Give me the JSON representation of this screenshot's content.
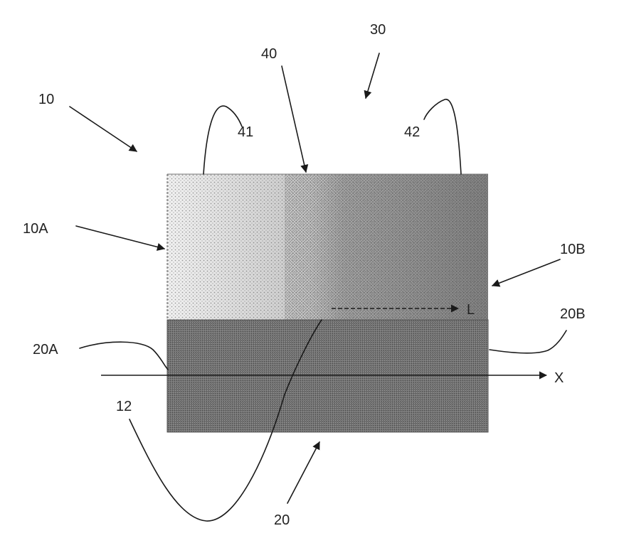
{
  "labels": {
    "ref_10": "10",
    "ref_10A": "10A",
    "ref_10B": "10B",
    "ref_12": "12",
    "ref_20": "20",
    "ref_20A": "20A",
    "ref_20B": "20B",
    "ref_30": "30",
    "ref_40": "40",
    "ref_41": "41",
    "ref_42": "42",
    "axis_x": "X",
    "axis_l": "L"
  },
  "colors": {
    "ink": "#1a1a1a",
    "top_light": "#eeeeee",
    "top_dark": "#8c8c8c",
    "bottom_layer": "#777777"
  }
}
